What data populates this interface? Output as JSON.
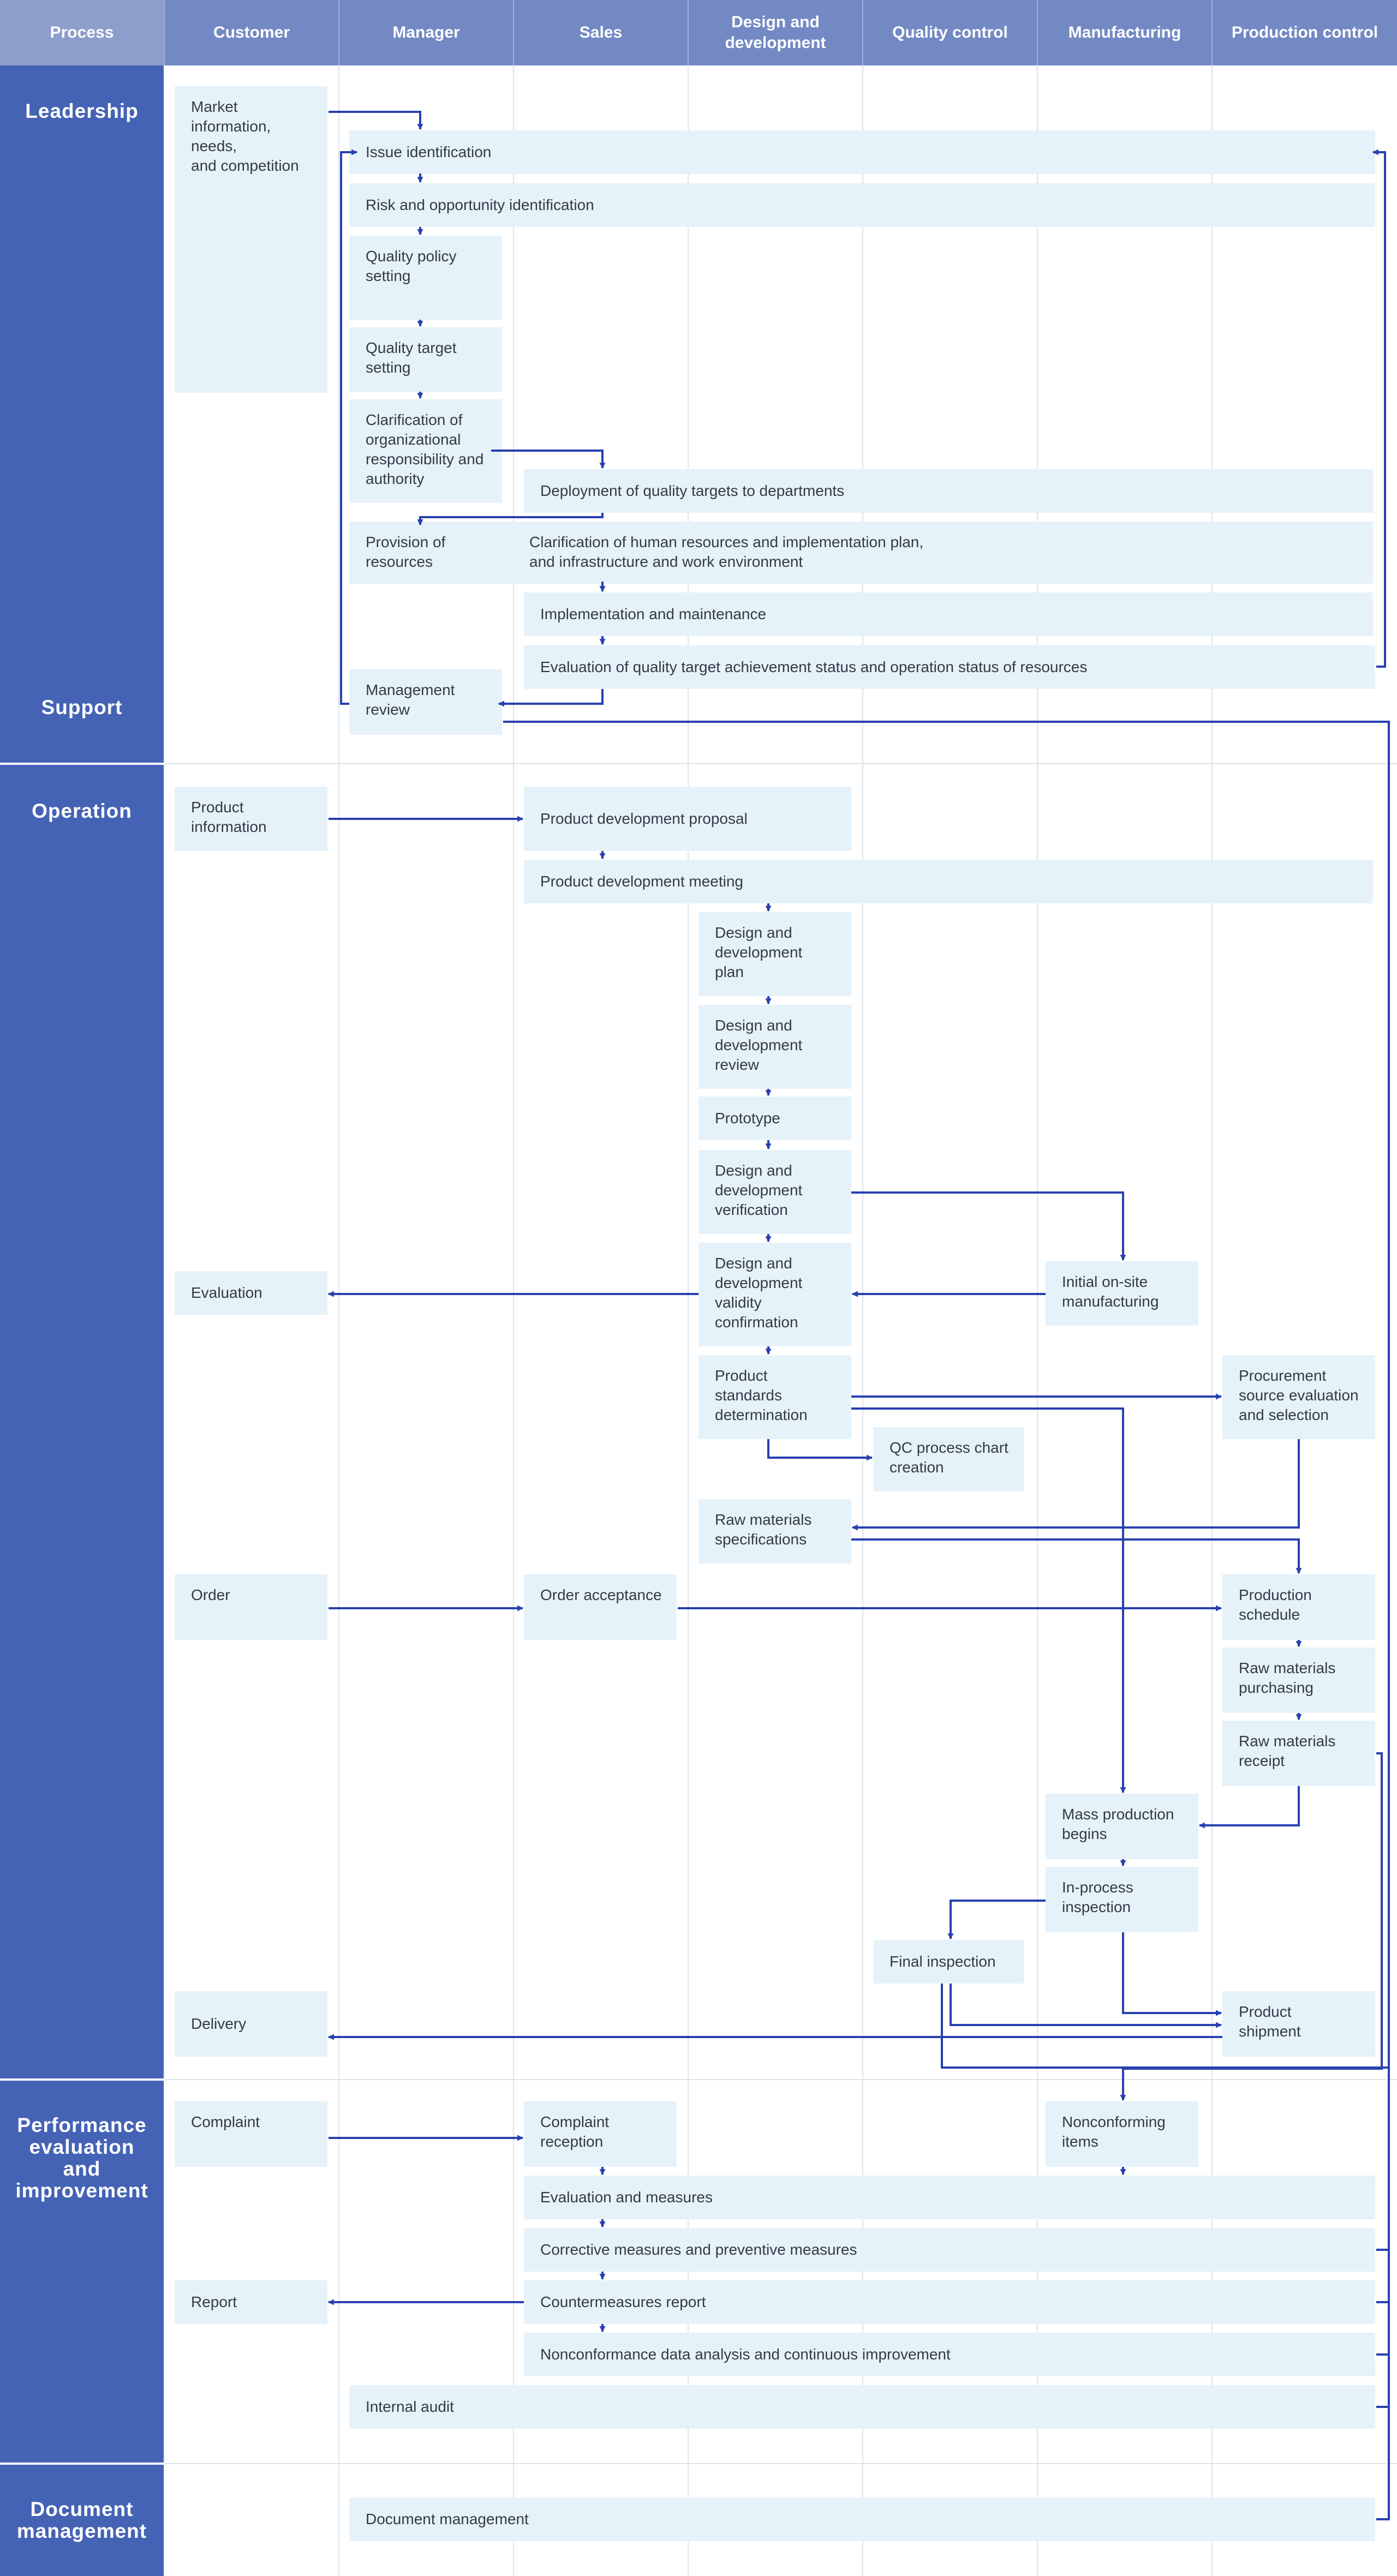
{
  "columns": [
    "Process",
    "Customer",
    "Manager",
    "Sales",
    "Design and\ndevelopment",
    "Quality control",
    "Manufacturing",
    "Production control"
  ],
  "phases": {
    "leadership": "Leadership",
    "support": "Support",
    "operation": "Operation",
    "performance": "Performance\nevaluation\nand\nimprovement",
    "document": "Document\nmanagement"
  },
  "leadership": {
    "market_info": "Market\ninformation,\nneeds,\nand competition",
    "issue_identification": "Issue identification",
    "risk_identification": "Risk and opportunity identification",
    "quality_policy": "Quality policy\nsetting",
    "quality_target": "Quality target\nsetting",
    "clarification_org": "Clarification of\norganizational\nresponsibility and\nauthority",
    "deployment": "Deployment of quality targets to departments",
    "provision": "Provision of\nresources",
    "clarification_hr": "Clarification of human resources and implementation plan,\nand infrastructure and work environment",
    "implementation": "Implementation and maintenance",
    "evaluation_status": "Evaluation of quality target achievement status and operation status of resources",
    "management_review": "Management\nreview"
  },
  "operation": {
    "product_information": "Product\ninformation",
    "product_dev_proposal": "Product development proposal",
    "product_dev_meeting": "Product development meeting",
    "dd_plan": "Design and\ndevelopment\nplan",
    "dd_review": "Design and\ndevelopment\nreview",
    "prototype": "Prototype",
    "dd_verification": "Design and\ndevelopment\nverification",
    "dd_validity": "Design and\ndevelopment\nvalidity\nconfirmation",
    "evaluation": "Evaluation",
    "initial_manufacturing": "Initial on-site\nmanufacturing",
    "product_standards": "Product\nstandards\ndetermination",
    "procurement": "Procurement\nsource evaluation\nand selection",
    "qc_chart": "QC process chart\ncreation",
    "raw_specs": "Raw materials\nspecifications",
    "order": "Order",
    "order_acceptance": "Order acceptance",
    "production_schedule": "Production\nschedule",
    "raw_purchasing": "Raw materials\npurchasing",
    "raw_receipt": "Raw materials\nreceipt",
    "mass_production": "Mass production\nbegins",
    "inprocess_inspection": "In-process\ninspection",
    "final_inspection": "Final inspection",
    "delivery": "Delivery",
    "product_shipment": "Product\nshipment"
  },
  "performance": {
    "complaint": "Complaint",
    "complaint_reception": "Complaint\nreception",
    "nonconforming": "Nonconforming\nitems",
    "evaluation_measures": "Evaluation and measures",
    "corrective": "Corrective measures and preventive measures",
    "report": "Report",
    "countermeasures_report": "Countermeasures report",
    "nonconformance_analysis": "Nonconformance data analysis and continuous improvement",
    "internal_audit": "Internal audit"
  },
  "document": {
    "document_management": "Document management"
  },
  "colors": {
    "header": "#7389c4",
    "rail": "#4563b5",
    "box": "#e6f2fa",
    "connector": "#2840b0",
    "grid": "#dde3ec"
  }
}
